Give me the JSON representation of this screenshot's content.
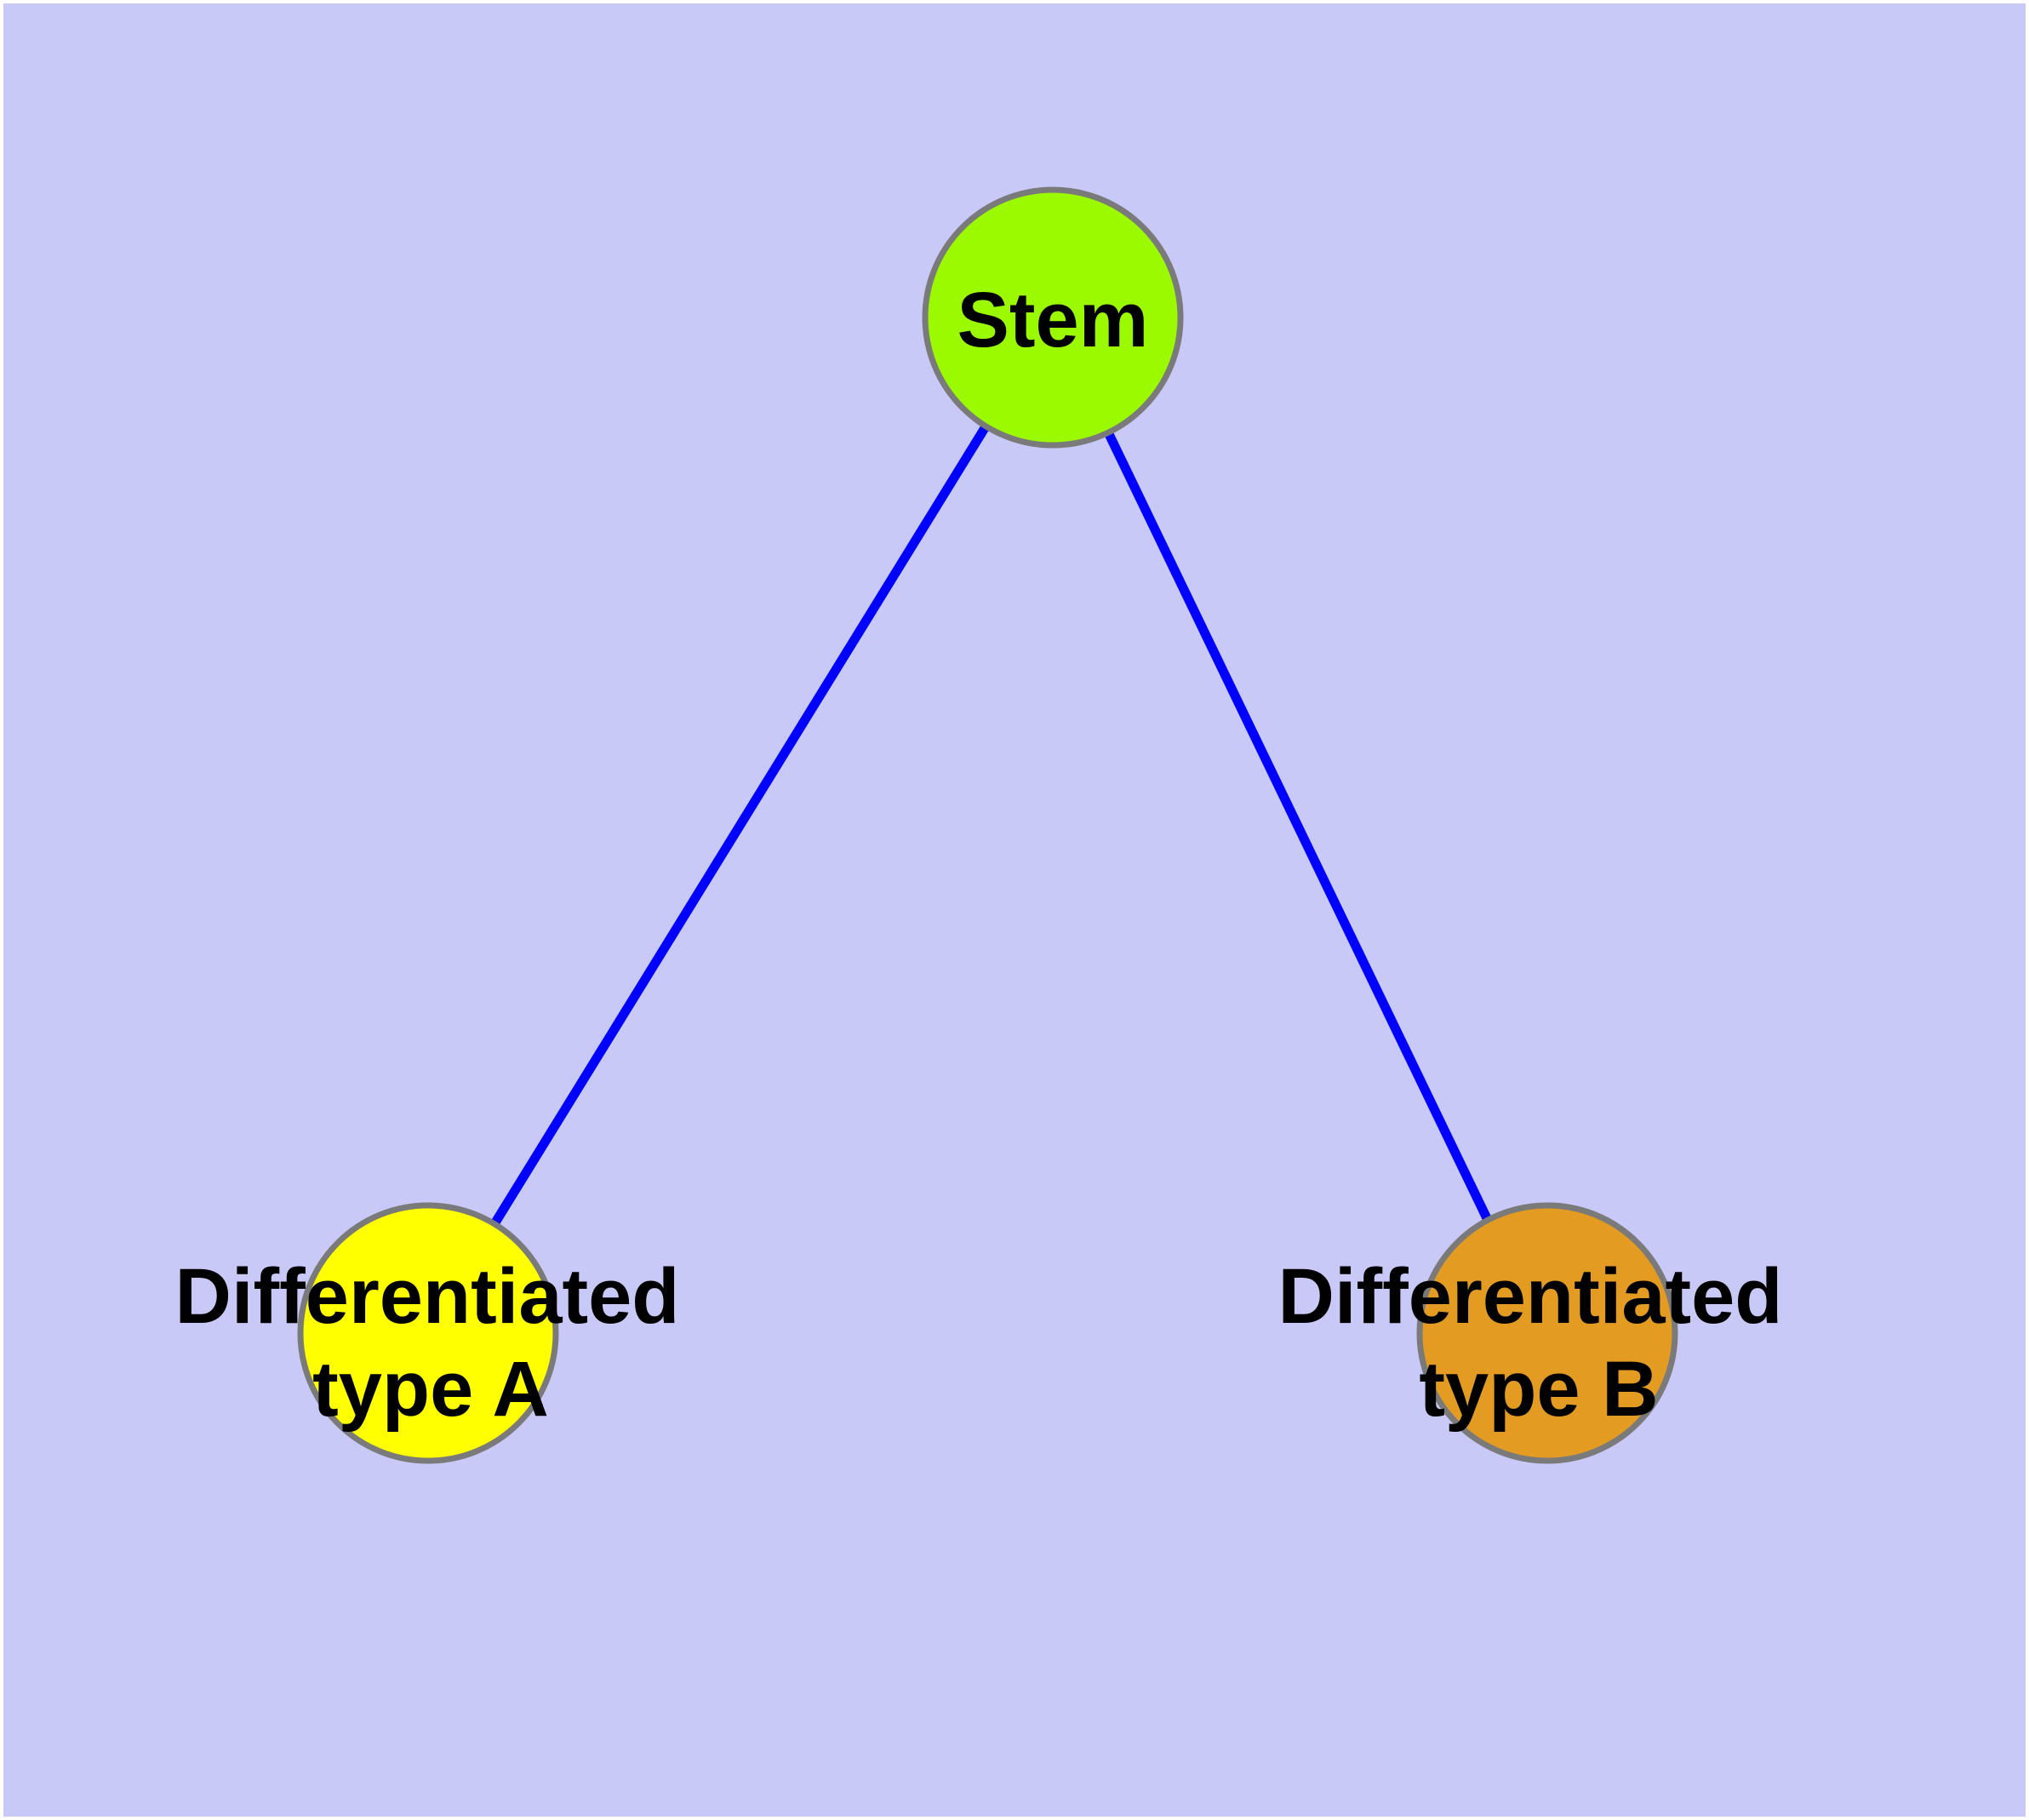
{
  "diagram": {
    "type": "node-link-graph",
    "description": "Stem cell differentiation graph with one parent node and two differentiated child nodes",
    "background_color": "#C9C9F8",
    "frame_color": "#FFFFFF",
    "edge_color": "#0000FF",
    "node_border_color": "#7A7A7A",
    "label_color": "#000000",
    "nodes": {
      "stem": {
        "label": "Stem",
        "fill": "#9BFA00"
      },
      "typeA": {
        "label_lines": [
          "Differentiated",
          "type A"
        ],
        "fill": "#FFFF00"
      },
      "typeB": {
        "label_lines": [
          "Differentiated",
          "type B"
        ],
        "fill": "#E39B21"
      }
    },
    "edges": [
      {
        "from": "Stem",
        "to": "Differentiated type A"
      },
      {
        "from": "Stem",
        "to": "Differentiated type B"
      }
    ]
  }
}
